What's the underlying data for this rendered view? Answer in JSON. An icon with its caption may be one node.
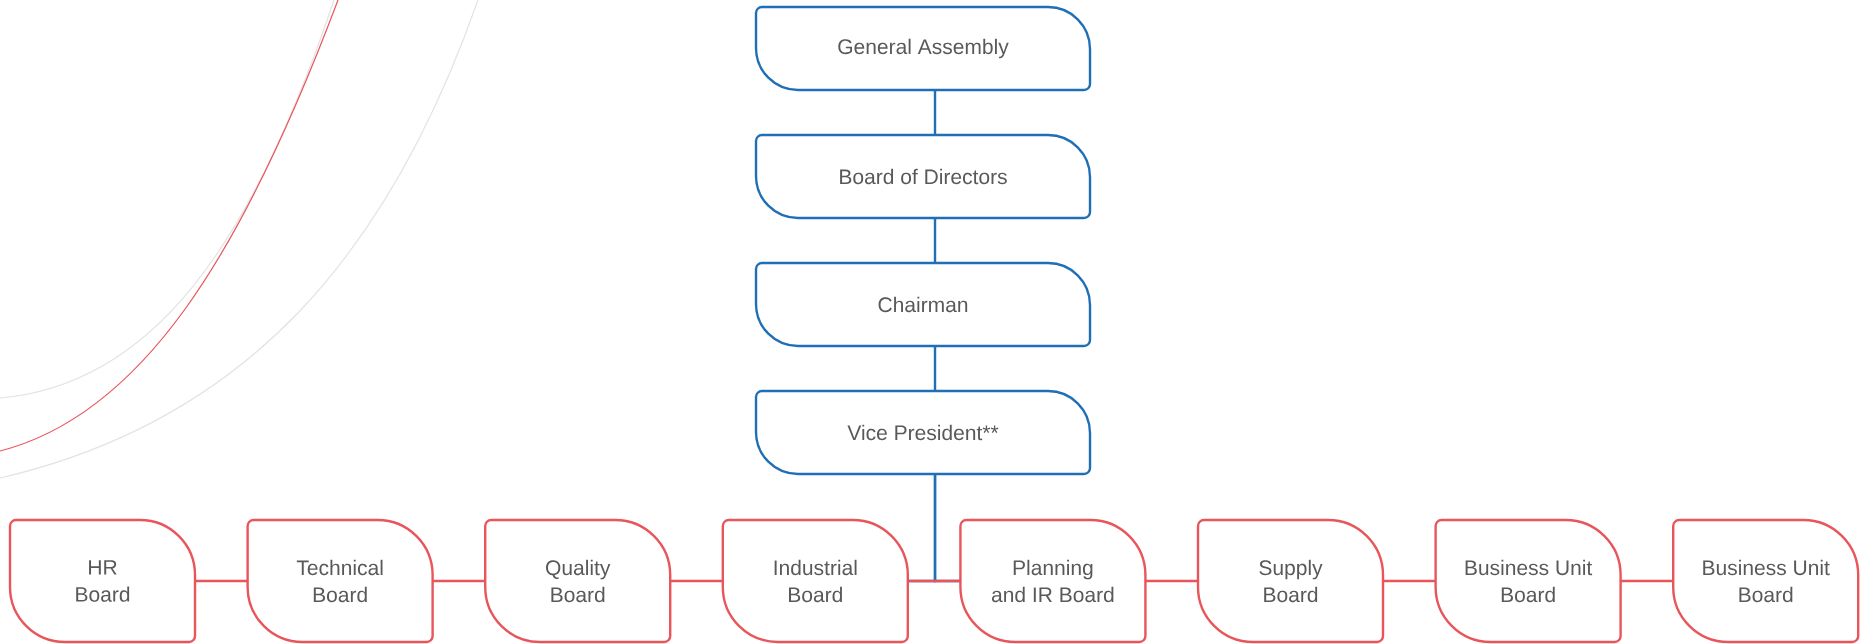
{
  "diagram": {
    "nodes": [
      {
        "text": [
          "General Assembly"
        ]
      },
      {
        "text": [
          "Board of Directors"
        ]
      },
      {
        "text": [
          "Chairman"
        ]
      },
      {
        "text": [
          "Vice President**"
        ]
      },
      {
        "text": [
          "HR Board"
        ]
      },
      {
        "text": [
          "Technical Board"
        ]
      },
      {
        "text": [
          "Quality Board"
        ]
      },
      {
        "text": [
          "Industrial Board"
        ]
      },
      {
        "text": [
          "Planning and IR Board"
        ]
      },
      {
        "text": [
          "Supply Board"
        ]
      },
      {
        "text": [
          "Business Unit Board"
        ]
      },
      {
        "text": [
          "Business Unit Board"
        ]
      }
    ],
    "edges": [
      {
        "from": 0,
        "to": 1,
        "arrow": "none",
        "color": "#1f6fb7"
      },
      {
        "from": 1,
        "to": 2,
        "arrow": "none",
        "color": "#1f6fb7"
      },
      {
        "from": 2,
        "to": 3,
        "arrow": "none",
        "color": "#1f6fb7"
      },
      {
        "from": 3,
        "to": 7,
        "arrow": "none",
        "color": "#1f6fb7"
      },
      {
        "from": 3,
        "to": 8,
        "arrow": "none",
        "color": "#1f6fb7"
      },
      {
        "from": 4,
        "to": 5,
        "arrow": "none"
      },
      {
        "from": 5,
        "to": 6,
        "arrow": "none"
      },
      {
        "from": 6,
        "to": 7,
        "arrow": "none"
      },
      {
        "from": 7,
        "to": 8,
        "arrow": "none"
      },
      {
        "from": 8,
        "to": 9,
        "arrow": "none"
      },
      {
        "from": 9,
        "to": 10,
        "arrow": "none"
      },
      {
        "from": 10,
        "to": 11,
        "arrow": "none"
      }
    ]
  }
}
